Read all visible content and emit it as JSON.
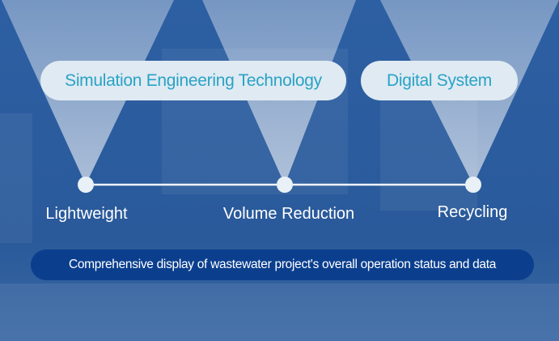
{
  "pills": [
    {
      "label": "Simulation Engineering Technology"
    },
    {
      "label": "Digital System"
    }
  ],
  "nodes": [
    {
      "label": "Lightweight"
    },
    {
      "label": "Volume Reduction"
    },
    {
      "label": "Recycling"
    }
  ],
  "caption": "Comprehensive display of wastewater project's overall operation status and data",
  "colors": {
    "accent_text": "#2aa2c6",
    "caption_bg": "#0b3f8e",
    "pill_bg": "#dfeaf2"
  }
}
